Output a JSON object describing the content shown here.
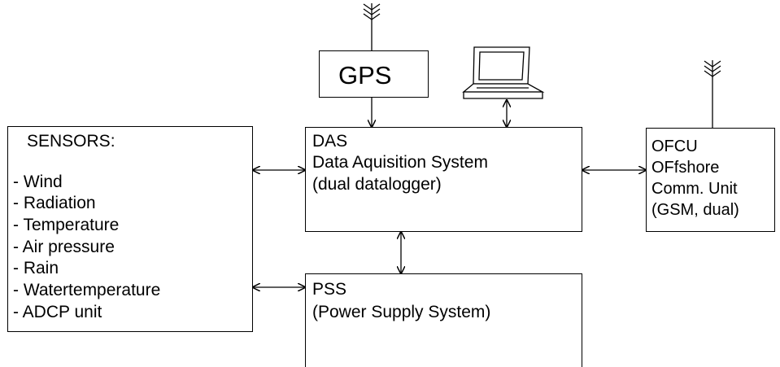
{
  "gps": {
    "label": "GPS"
  },
  "sensors": {
    "title": "SENSORS:",
    "items": [
      "- Wind",
      "- Radiation",
      "- Temperature",
      "- Air pressure",
      "- Rain",
      "- Watertemperature",
      "- ADCP unit"
    ]
  },
  "das": {
    "lines": [
      "DAS",
      "Data Aquisition System",
      "(dual datalogger)"
    ]
  },
  "ofcu": {
    "lines": [
      "OFCU",
      "OFfshore",
      "Comm. Unit",
      "(GSM, dual)"
    ]
  },
  "pss": {
    "lines": [
      "PSS",
      "(Power Supply System)"
    ]
  },
  "icons": [
    "antenna-icon",
    "laptop-icon",
    "double-arrow-icon"
  ],
  "colors": {
    "line": "#000000",
    "background": "#ffffff"
  }
}
